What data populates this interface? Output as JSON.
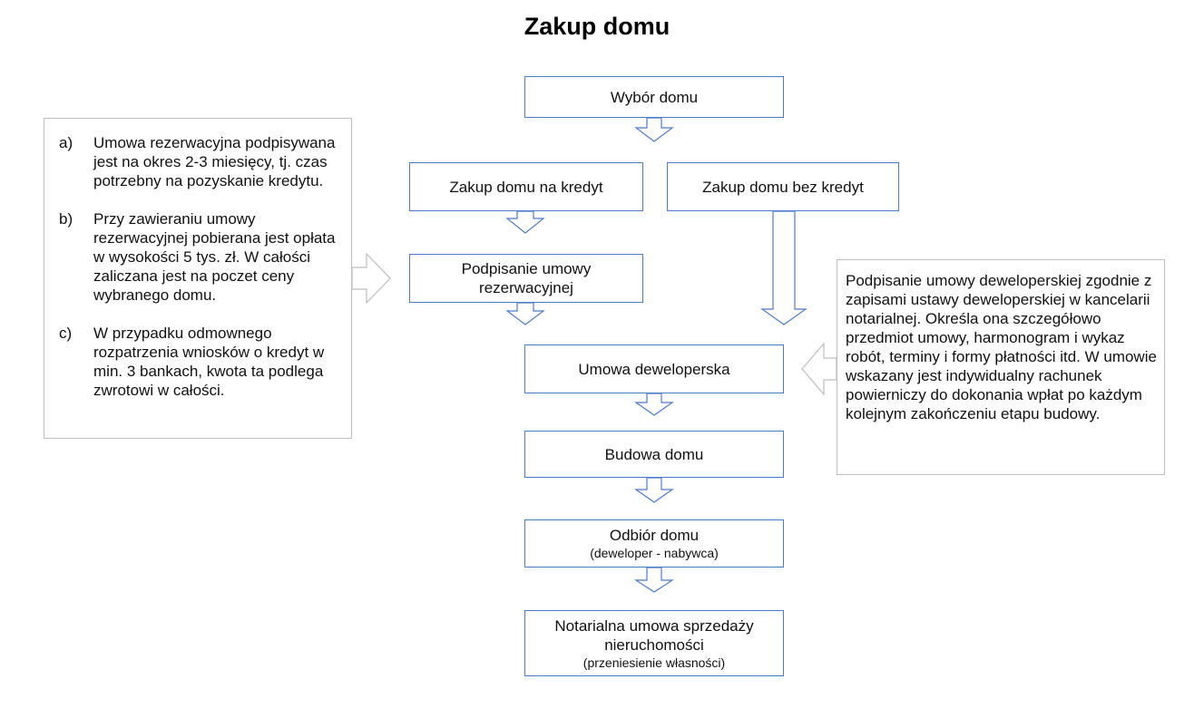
{
  "title": "Zakup domu",
  "boxes": {
    "wybor": "Wybór domu",
    "kredyt": "Zakup domu na kredyt",
    "bez_kredytu": "Zakup domu bez kredyt",
    "rezerwacja": "Podpisanie umowy rezerwacyjnej",
    "umowa": "Umowa deweloperska",
    "budowa": "Budowa domu",
    "odbior": "Odbiór domu",
    "odbior_sub": "(deweloper - nabywca)",
    "notarialna": "Notarialna umowa sprzedaży nieruchomości",
    "notarialna_sub": "(przeniesienie własności)"
  },
  "left_note": [
    {
      "letter": "a)",
      "text": "Umowa rezerwacyjna podpisywana jest na okres 2-3 miesięcy, tj. czas potrzebny na pozyskanie kredytu."
    },
    {
      "letter": "b)",
      "text": "Przy zawieraniu umowy rezerwacyjnej pobierana jest opłata w wysokości 5 tys. zł. W całości zaliczana jest na poczet ceny wybranego domu."
    },
    {
      "letter": "c)",
      "text": "W przypadku odmownego rozpatrzenia wniosków o kredyt w min. 3 bankach, kwota ta podlega zwrotowi w całości."
    }
  ],
  "right_note": "Podpisanie umowy deweloperskiej zgodnie z zapisami ustawy deweloperskiej w kancelarii notarialnej. Określa ona szczegółowo przedmiot umowy, harmonogram i wykaz robót, terminy i formy płatności itd. W umowie wskazany jest indywidualny rachunek powierniczy do dokonania wpłat po każdym kolejnym zakończeniu etapu budowy.",
  "colors": {
    "box_border": "#4a7bd0",
    "note_border": "#bdbdbd"
  }
}
